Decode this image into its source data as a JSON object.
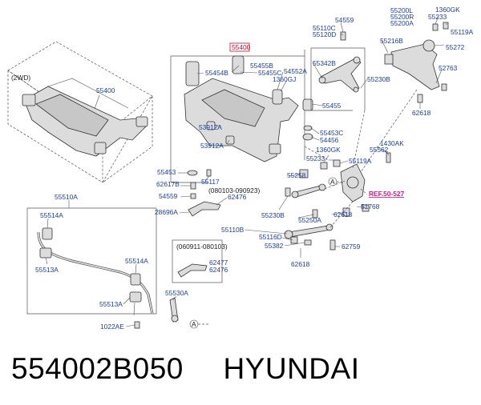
{
  "caption": {
    "part_number": "554002B050",
    "brand": "HYUNDAI"
  },
  "variants": {
    "twowd": "(2WD)",
    "range1": "(080103-090923)",
    "range2": "(060911-080103)"
  },
  "reference": "REF.50-527",
  "circle_marker": "A",
  "labels": {
    "p55400a": "55400",
    "p55400b": "55400",
    "p55455b": "55455B",
    "p55454b": "55454B",
    "p55455c": "55455C",
    "p54552a": "54552A",
    "p1360gj": "1360GJ",
    "p55342b": "55342B",
    "p54559a": "54559",
    "p55110c": "55110C",
    "p55120d": "55120D",
    "p55200l": "55200L",
    "p55200r": "55200R",
    "p55200a": "55200A",
    "p1360gk_a": "1360GK",
    "p55233_a": "55233",
    "p55119a_a": "55119A",
    "p55216b": "55216B",
    "p55272": "55272",
    "p52763": "52763",
    "p55230b_a": "55230B",
    "p62618_a": "62618",
    "p55455": "55455",
    "p53912a_a": "53912A",
    "p53912a_b": "53912A",
    "p55453c": "55453C",
    "p54456": "54456",
    "p1360gk_b": "1360GK",
    "p55233_b": "55233",
    "p55119a_b": "55119A",
    "p1430ak": "1430AK",
    "p55562": "55562",
    "p55453": "55453",
    "p55117": "55117",
    "p62617b": "62617B",
    "p54559b": "54559",
    "p62476a": "62476",
    "p28696a": "28696A",
    "p55258": "55258",
    "p55230b_b": "55230B",
    "p55250a": "55250A",
    "p62618_b": "62618",
    "p51768": "51768",
    "p55510a": "55510A",
    "p55514a_a": "55514A",
    "p55513a_a": "55513A",
    "p55514a_b": "55514A",
    "p55513a_b": "55513A",
    "p55530a": "55530A",
    "p1022ae": "1022AE",
    "p55110b": "55110B",
    "p55116d": "55116D",
    "p55382": "55382",
    "p62618_c": "62618",
    "p62759": "62759",
    "p62477": "62477",
    "p62476b": "62476"
  }
}
